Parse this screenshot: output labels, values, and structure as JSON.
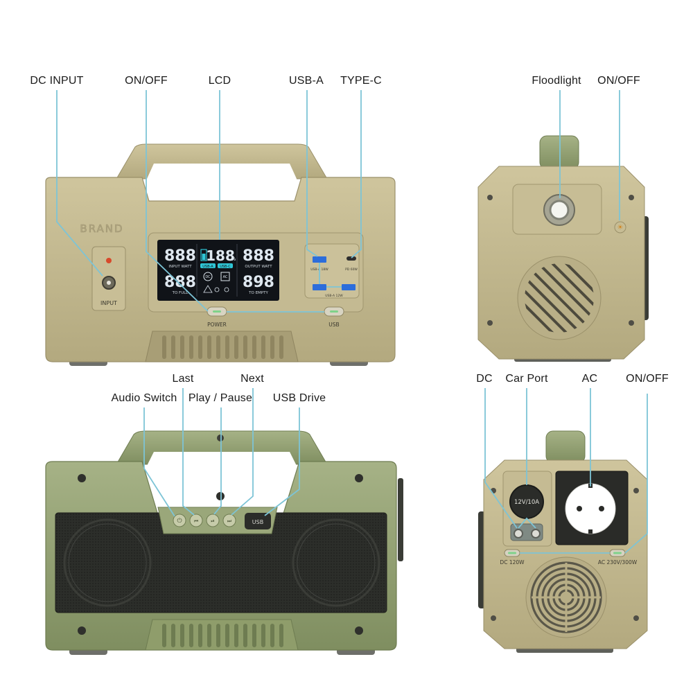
{
  "callouts": {
    "front": {
      "dc_input": "DC INPUT",
      "on_off": "ON/OFF",
      "lcd": "LCD",
      "usb_a": "USB-A",
      "type_c": "TYPE-C"
    },
    "side_right": {
      "floodlight": "Floodlight",
      "on_off": "ON/OFF"
    },
    "back": {
      "last": "Last",
      "next": "Next",
      "audio_switch": "Audio Switch",
      "play_pause": "Play / Pause",
      "usb_drive": "USB Drive"
    },
    "side_left": {
      "dc": "DC",
      "car_port": "Car Port",
      "ac": "AC",
      "on_off": "ON/OFF"
    }
  },
  "front_panel": {
    "brand": "BRAND",
    "input": "INPUT",
    "power": "POWER",
    "usb": "USB",
    "lcd": {
      "input_watt_digits": "888",
      "battery_digits": "188",
      "percent": "%",
      "output_watt_digits": "888",
      "input_watt": "INPUT WATT",
      "output_watt": "OUTPUT WATT",
      "usb_a": "USB-A",
      "usb_c": "USB-C",
      "to_full_digits": "888",
      "to_empty_digits": "898",
      "to_full": "TO FULL",
      "to_empty": "TO EMPTY",
      "dc": "DC",
      "ac": "AC"
    },
    "usb_port_top": "USB-A 18W",
    "typec_port": "PD 60W",
    "usb_port_bottom": "USB-A 12W"
  },
  "back_panel": {
    "usb": "USB"
  },
  "side_left_panel": {
    "car_port": "12V/10A",
    "dc_120w": "DC 120W",
    "ac_rating": "AC 230V/300W"
  },
  "colors": {
    "body": "#c0b68d",
    "body_dark": "#a49a72",
    "green": "#8c9c6d",
    "screen": "#101318",
    "lcd_digit": "#dfe8f0",
    "lcd_cyan": "#2fc6d6",
    "callout": "#7dc4d6"
  }
}
